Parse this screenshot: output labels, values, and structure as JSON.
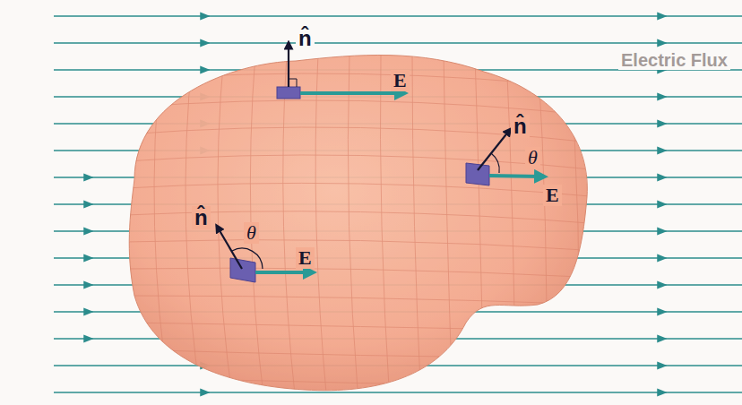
{
  "diagram": {
    "labels": [
      "n̂",
      "E",
      "n̂",
      "θ",
      "E",
      "n̂",
      "θ",
      "E",
      "Electric Flux"
    ]
  }
}
